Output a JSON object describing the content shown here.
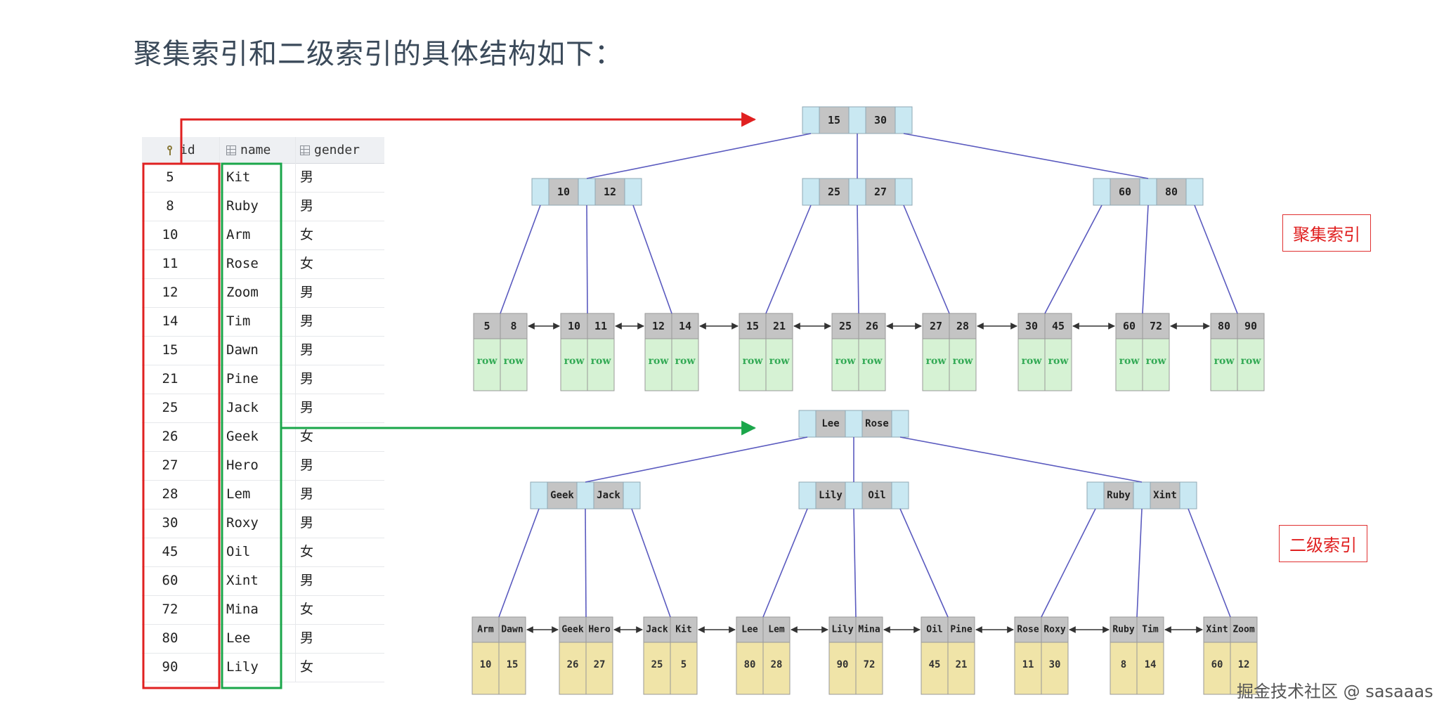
{
  "title": "聚集索引和二级索引的具体结构如下：",
  "table": {
    "headers": [
      "id",
      "name",
      "gender"
    ],
    "rows": [
      [
        "5",
        "Kit",
        "男"
      ],
      [
        "8",
        "Ruby",
        "男"
      ],
      [
        "10",
        "Arm",
        "女"
      ],
      [
        "11",
        "Rose",
        "女"
      ],
      [
        "12",
        "Zoom",
        "男"
      ],
      [
        "14",
        "Tim",
        "男"
      ],
      [
        "15",
        "Dawn",
        "男"
      ],
      [
        "21",
        "Pine",
        "男"
      ],
      [
        "25",
        "Jack",
        "男"
      ],
      [
        "26",
        "Geek",
        "女"
      ],
      [
        "27",
        "Hero",
        "男"
      ],
      [
        "28",
        "Lem",
        "男"
      ],
      [
        "30",
        "Roxy",
        "男"
      ],
      [
        "45",
        "Oil",
        "女"
      ],
      [
        "60",
        "Xint",
        "男"
      ],
      [
        "72",
        "Mina",
        "女"
      ],
      [
        "80",
        "Lee",
        "男"
      ],
      [
        "90",
        "Lily",
        "女"
      ]
    ]
  },
  "clustered": {
    "label": "聚集索引",
    "root": [
      "15",
      "30"
    ],
    "internal": [
      [
        "10",
        "12"
      ],
      [
        "25",
        "27"
      ],
      [
        "60",
        "80"
      ]
    ],
    "leaves": [
      {
        "keys": [
          "5",
          "8"
        ],
        "vals": [
          "row",
          "row"
        ]
      },
      {
        "keys": [
          "10",
          "11"
        ],
        "vals": [
          "row",
          "row"
        ]
      },
      {
        "keys": [
          "12",
          "14"
        ],
        "vals": [
          "row",
          "row"
        ]
      },
      {
        "keys": [
          "15",
          "21"
        ],
        "vals": [
          "row",
          "row"
        ]
      },
      {
        "keys": [
          "25",
          "26"
        ],
        "vals": [
          "row",
          "row"
        ]
      },
      {
        "keys": [
          "27",
          "28"
        ],
        "vals": [
          "row",
          "row"
        ]
      },
      {
        "keys": [
          "30",
          "45"
        ],
        "vals": [
          "row",
          "row"
        ]
      },
      {
        "keys": [
          "60",
          "72"
        ],
        "vals": [
          "row",
          "row"
        ]
      },
      {
        "keys": [
          "80",
          "90"
        ],
        "vals": [
          "row",
          "row"
        ]
      }
    ]
  },
  "secondary": {
    "label": "二级索引",
    "root": [
      "Lee",
      "Rose"
    ],
    "internal": [
      [
        "Geek",
        "Jack"
      ],
      [
        "Lily",
        "Oil"
      ],
      [
        "Ruby",
        "Xint"
      ]
    ],
    "leaves": [
      {
        "keys": [
          "Arm",
          "Dawn"
        ],
        "vals": [
          "10",
          "15"
        ]
      },
      {
        "keys": [
          "Geek",
          "Hero"
        ],
        "vals": [
          "26",
          "27"
        ]
      },
      {
        "keys": [
          "Jack",
          "Kit"
        ],
        "vals": [
          "25",
          "5"
        ]
      },
      {
        "keys": [
          "Lee",
          "Lem"
        ],
        "vals": [
          "80",
          "28"
        ]
      },
      {
        "keys": [
          "Lily",
          "Mina"
        ],
        "vals": [
          "90",
          "72"
        ]
      },
      {
        "keys": [
          "Oil",
          "Pine"
        ],
        "vals": [
          "45",
          "21"
        ]
      },
      {
        "keys": [
          "Rose",
          "Roxy"
        ],
        "vals": [
          "11",
          "30"
        ]
      },
      {
        "keys": [
          "Ruby",
          "Tim"
        ],
        "vals": [
          "8",
          "14"
        ]
      },
      {
        "keys": [
          "Xint",
          "Zoom"
        ],
        "vals": [
          "60",
          "12"
        ]
      }
    ]
  },
  "watermark": "掘金技术社区 @ sasaaas",
  "colors": {
    "pointer_cell": "#c9e8f2",
    "key_cell": "#c4c4c4",
    "row_cell": "#d6f2d4",
    "row_text": "#33aa55",
    "value_cell": "#f0e4a8",
    "tree_edge": "#5a5abf",
    "red_box": "#e02020",
    "green_box": "#1aa64a"
  }
}
